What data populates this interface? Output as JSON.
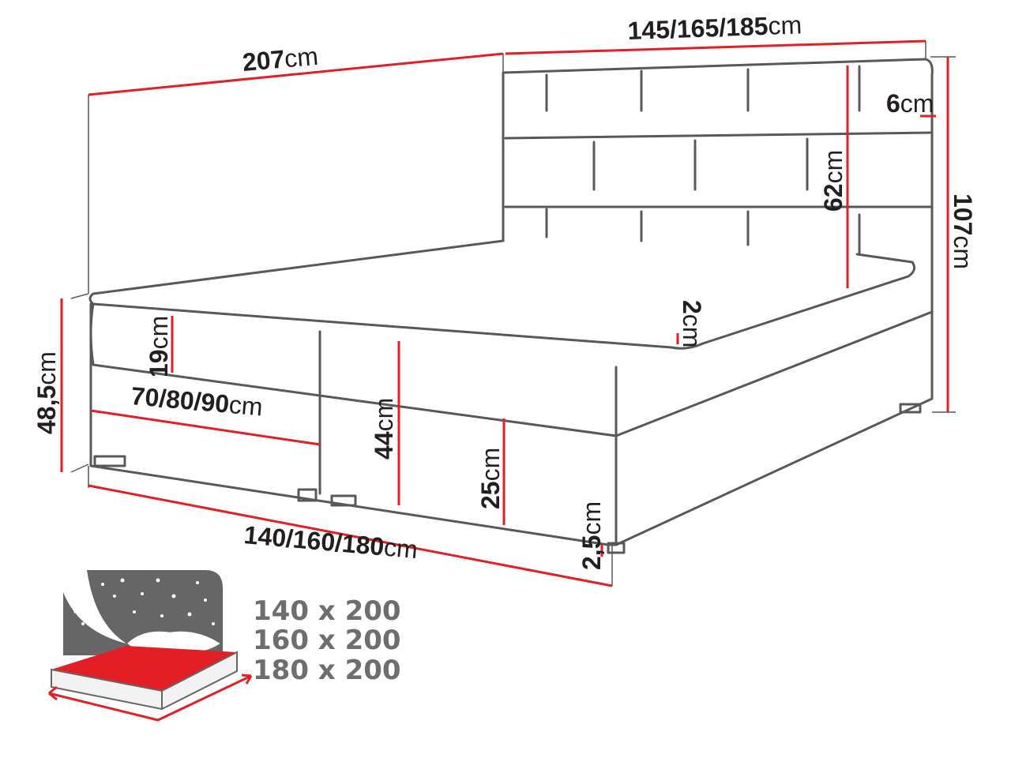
{
  "colors": {
    "outline": "#58585a",
    "dimension": "#e31e24",
    "text": "#231f20",
    "size_text": "#6d6e70",
    "icon_dark": "#666666",
    "icon_red": "#e31e24"
  },
  "dimensions": {
    "length": {
      "value": "207",
      "unit": "cm"
    },
    "headboard_width": {
      "value": "145/165/185",
      "unit": "cm"
    },
    "headboard_depth": {
      "value": "6",
      "unit": "cm"
    },
    "headboard_height": {
      "value": "62",
      "unit": "cm"
    },
    "total_height": {
      "value": "107",
      "unit": "cm"
    },
    "topper": {
      "value": "2",
      "unit": "cm"
    },
    "base_height": {
      "value": "48,5",
      "unit": "cm"
    },
    "top_part": {
      "value": "19",
      "unit": "cm"
    },
    "drawer_width": {
      "value": "70/80/90",
      "unit": "cm"
    },
    "mattress_height": {
      "value": "44",
      "unit": "cm"
    },
    "box_height": {
      "value": "25",
      "unit": "cm"
    },
    "leg_height": {
      "value": "2,5",
      "unit": "cm"
    },
    "bed_width": {
      "value": "140/160/180",
      "unit": "cm"
    }
  },
  "sizes": [
    "140 x 200",
    "160 x 200",
    "180 x 200"
  ]
}
